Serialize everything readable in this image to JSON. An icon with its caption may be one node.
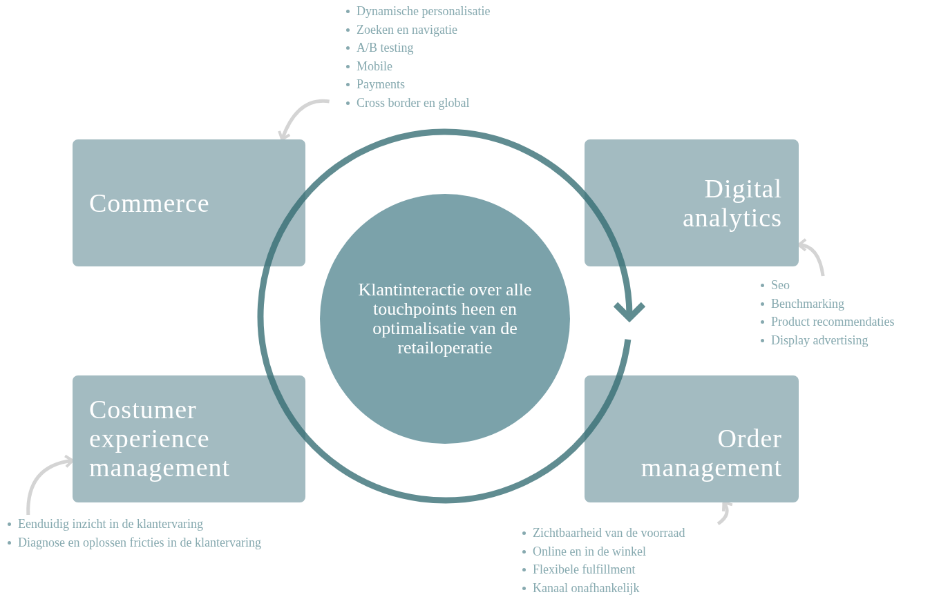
{
  "diagram": {
    "nodes": [
      {
        "text": [
          "Commerce"
        ]
      },
      {
        "text": [
          "Digital analytics"
        ]
      },
      {
        "text": [
          "Costumer experience management"
        ]
      },
      {
        "text": [
          "Order management"
        ]
      },
      {
        "text": [
          "Klantinteractie over alle touchpoints heen en optimalisatie van de retailoperatie"
        ]
      },
      {
        "text": [
          "Dynamische personalisatie",
          "Zoeken en navigatie",
          "A/B testing",
          "Mobile",
          "Payments",
          "Cross border en global"
        ]
      },
      {
        "text": [
          "Seo",
          "Benchmarking",
          "Product recommendaties",
          "Display advertising"
        ]
      },
      {
        "text": [
          "Eenduidig inzicht in de klantervaring",
          "Diagnose en oplossen fricties in de klantervaring"
        ]
      },
      {
        "text": [
          "Zichtbaarheid van de voorraad",
          "Online en in de winkel",
          "Flexibele fulfillment",
          "Kanaal onafhankelijk"
        ]
      }
    ],
    "edges": [
      {
        "from": 5,
        "to": 0,
        "arrow": "to"
      },
      {
        "from": 6,
        "to": 1,
        "arrow": "to"
      },
      {
        "from": 7,
        "to": 2,
        "arrow": "to"
      },
      {
        "from": 8,
        "to": 3,
        "arrow": "to"
      }
    ]
  }
}
